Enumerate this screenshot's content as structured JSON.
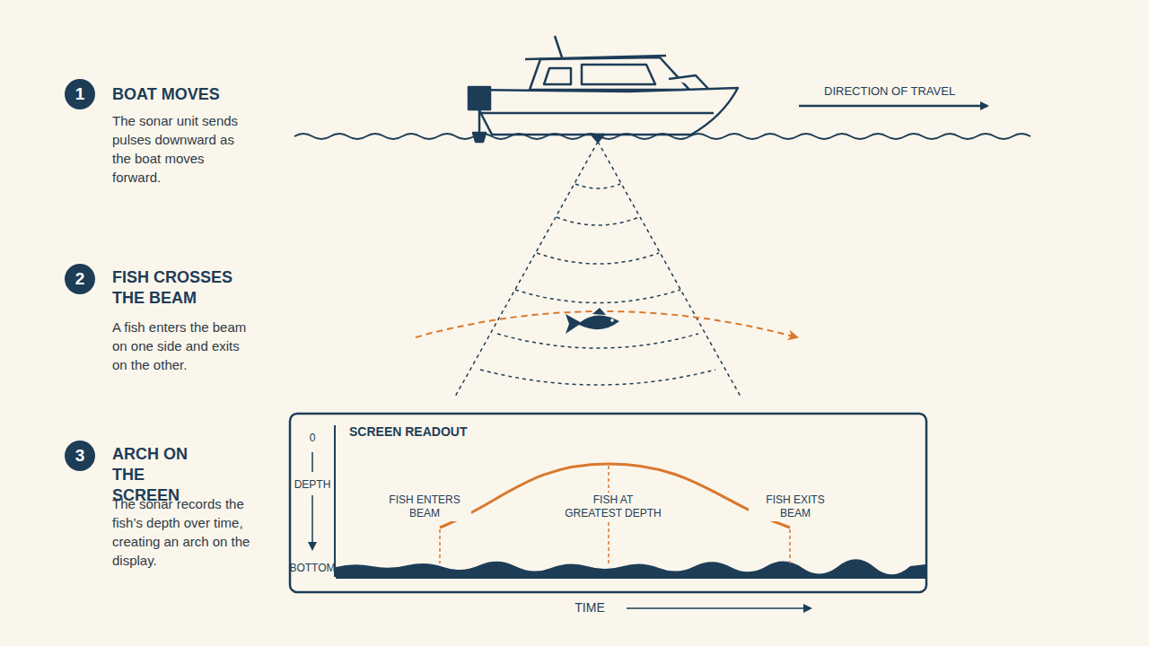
{
  "diagram": {
    "nodes": [
      {
        "text": [
          "1"
        ]
      },
      {
        "text": [
          "2"
        ]
      },
      {
        "text": [
          "3"
        ]
      },
      {
        "text": [
          "SCREEN READOUT"
        ]
      }
    ],
    "labels": [
      "BOAT MOVES",
      "The sonar unit sends pulses downward as the boat moves forward.",
      "FISH CROSSES THE BEAM",
      "A fish enters the beam on one side and exits on the other.",
      "ARCH ON THE SCREEN",
      "The sonar records the fish’s depth over time, creating an arch on the display.",
      "DIRECTION OF TRAVEL",
      "0",
      "DEPTH",
      "BOTTOM",
      "FISH ENTERS BEAM",
      "FISH AT GREATEST DEPTH",
      "FISH EXITS BEAM",
      "TIME"
    ]
  }
}
